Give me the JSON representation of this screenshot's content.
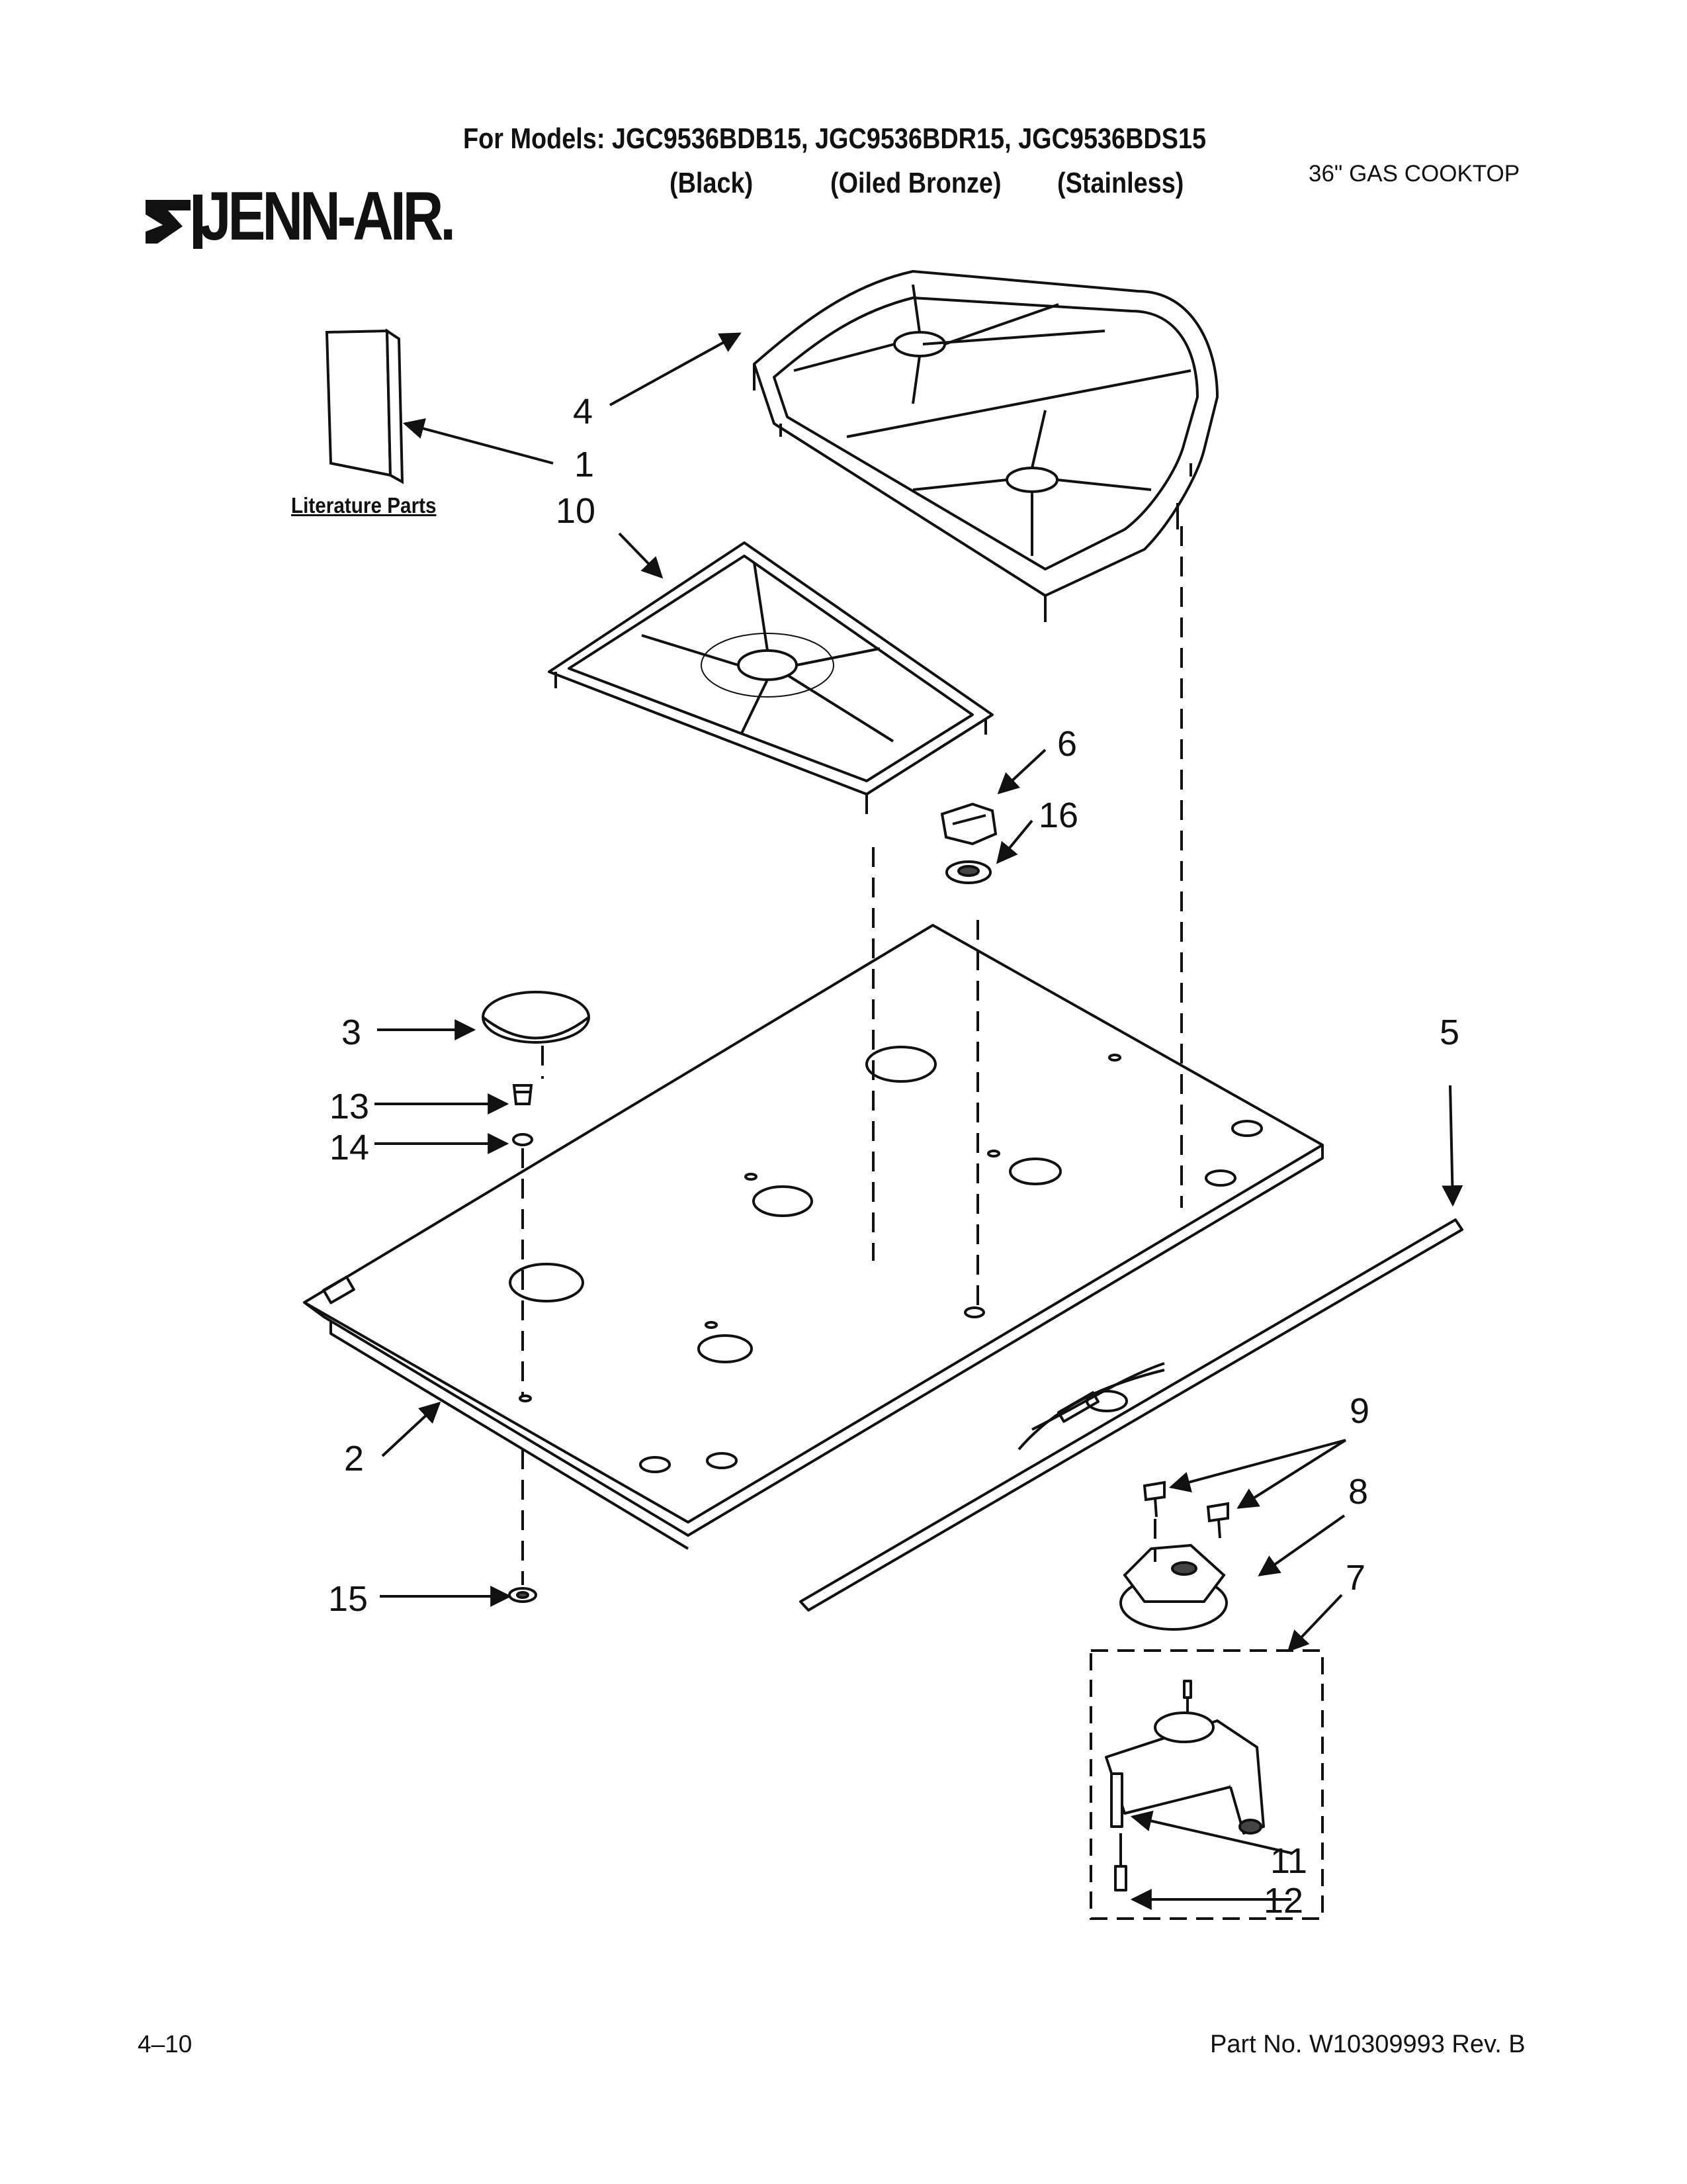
{
  "header": {
    "models_line": "For Models: JGC9536BDB15, JGC9536BDR15, JGC9536BDS15",
    "finishes": [
      "(Black)",
      "(Oiled Bronze)",
      "(Stainless)"
    ],
    "product": "36\" GAS COOKTOP",
    "brand": "JENN-AIR."
  },
  "literature_label": "Literature Parts",
  "callouts": [
    "1",
    "2",
    "3",
    "4",
    "5",
    "6",
    "7",
    "8",
    "9",
    "10",
    "11",
    "12",
    "13",
    "14",
    "15",
    "16"
  ],
  "footer": {
    "page": "4–10",
    "part_no": "Part No. W10309993 Rev. B"
  }
}
